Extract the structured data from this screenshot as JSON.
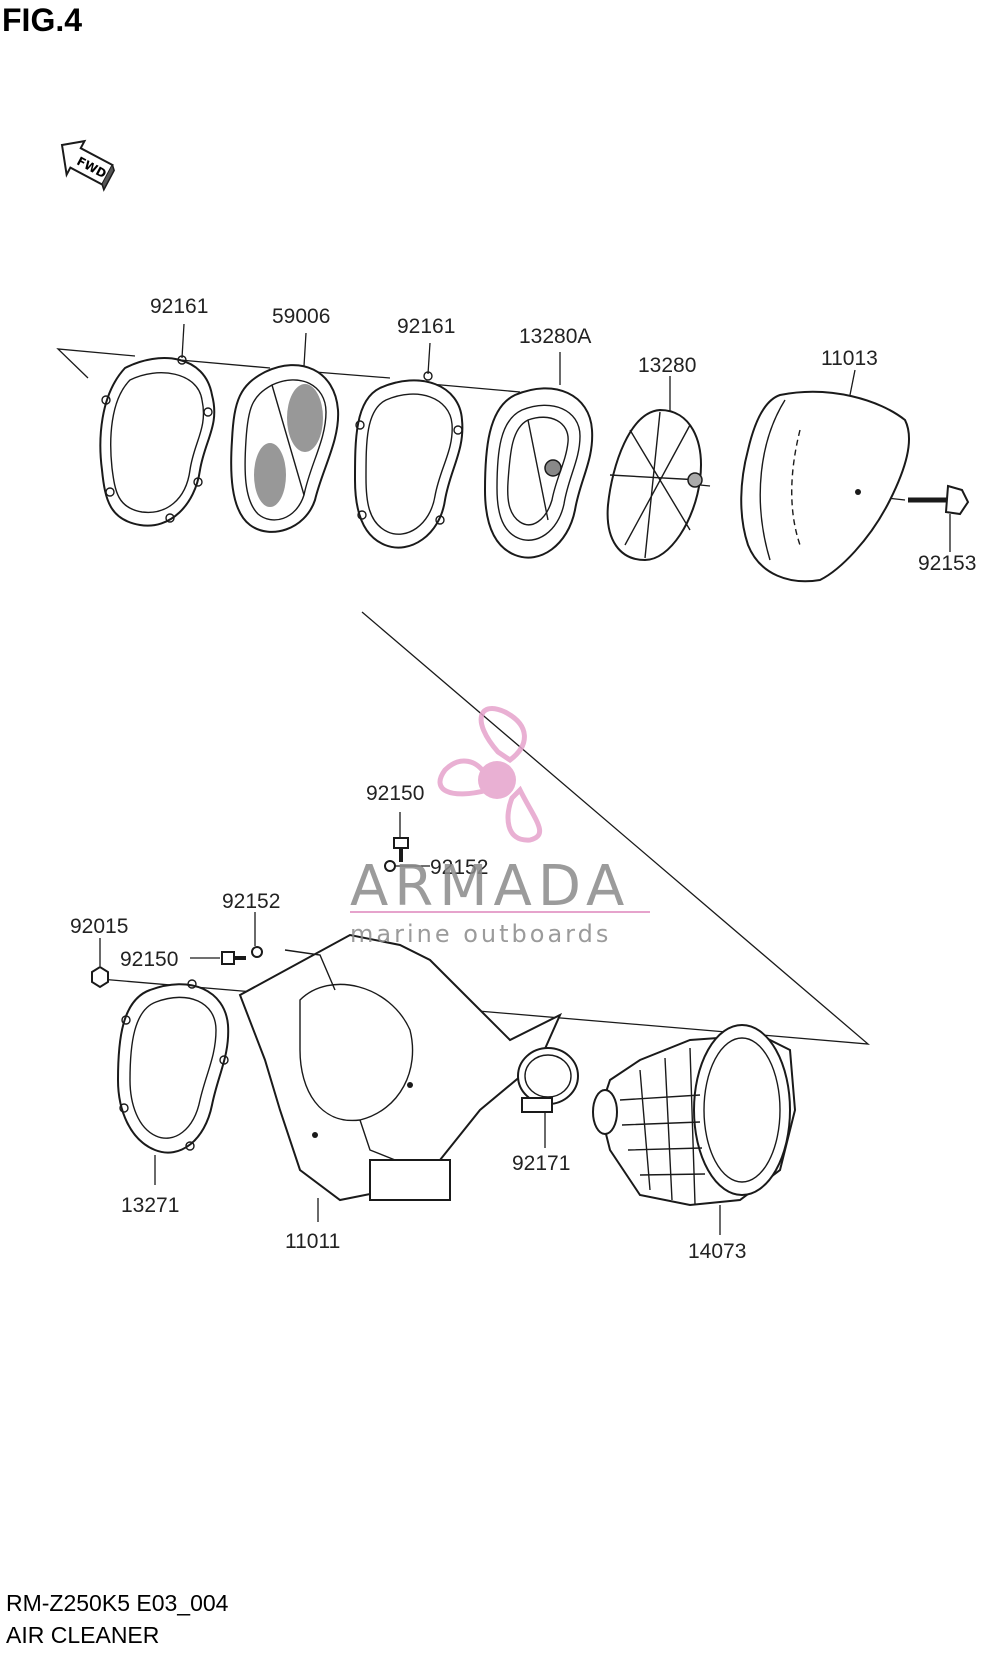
{
  "figure": {
    "title": "FIG.4",
    "model_code": "RM-Z250K5 E03_004",
    "section_name": "AIR CLEANER",
    "fwd_label": "FWD"
  },
  "part_labels": {
    "p92161_a": "92161",
    "p59006": "59006",
    "p92161_b": "92161",
    "p13280A": "13280A",
    "p13280": "13280",
    "p11013": "11013",
    "p92153": "92153",
    "p92150_a": "92150",
    "p92152_a": "92152",
    "p92152_b": "92152",
    "p92015": "92015",
    "p92150_b": "92150",
    "p13271": "13271",
    "p11011": "11011",
    "p92171": "92171",
    "p14073": "14073"
  },
  "watermark": {
    "brand": "ARMADA",
    "tagline": "marine outboards",
    "brand_color": "#e6a3cc"
  }
}
